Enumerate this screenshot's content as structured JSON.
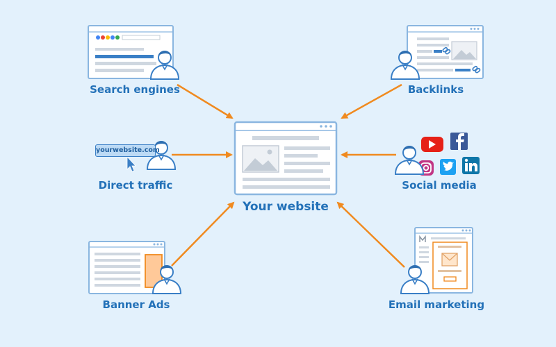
{
  "center": {
    "label": "Your website"
  },
  "sources": [
    {
      "id": "search-engines",
      "label": "Search engines"
    },
    {
      "id": "backlinks",
      "label": "Backlinks"
    },
    {
      "id": "direct-traffic",
      "label": "Direct traffic",
      "url_text": "yourwebsite.com"
    },
    {
      "id": "social-media",
      "label": "Social media"
    },
    {
      "id": "banner-ads",
      "label": "Banner Ads"
    },
    {
      "id": "email-marketing",
      "label": "Email marketing"
    }
  ],
  "colors": {
    "background": "#e3f1fc",
    "label": "#2371b8",
    "arrow": "#f08a1f",
    "window_border": "#8ab6e0",
    "person": "#3a7fc6"
  },
  "icons": [
    "google-logo-icon",
    "link-icon",
    "image-placeholder-icon",
    "cursor-icon",
    "youtube-icon",
    "facebook-icon",
    "instagram-icon",
    "twitter-icon",
    "linkedin-icon",
    "envelope-icon",
    "gmail-icon",
    "person-icon",
    "arrow-icon"
  ]
}
